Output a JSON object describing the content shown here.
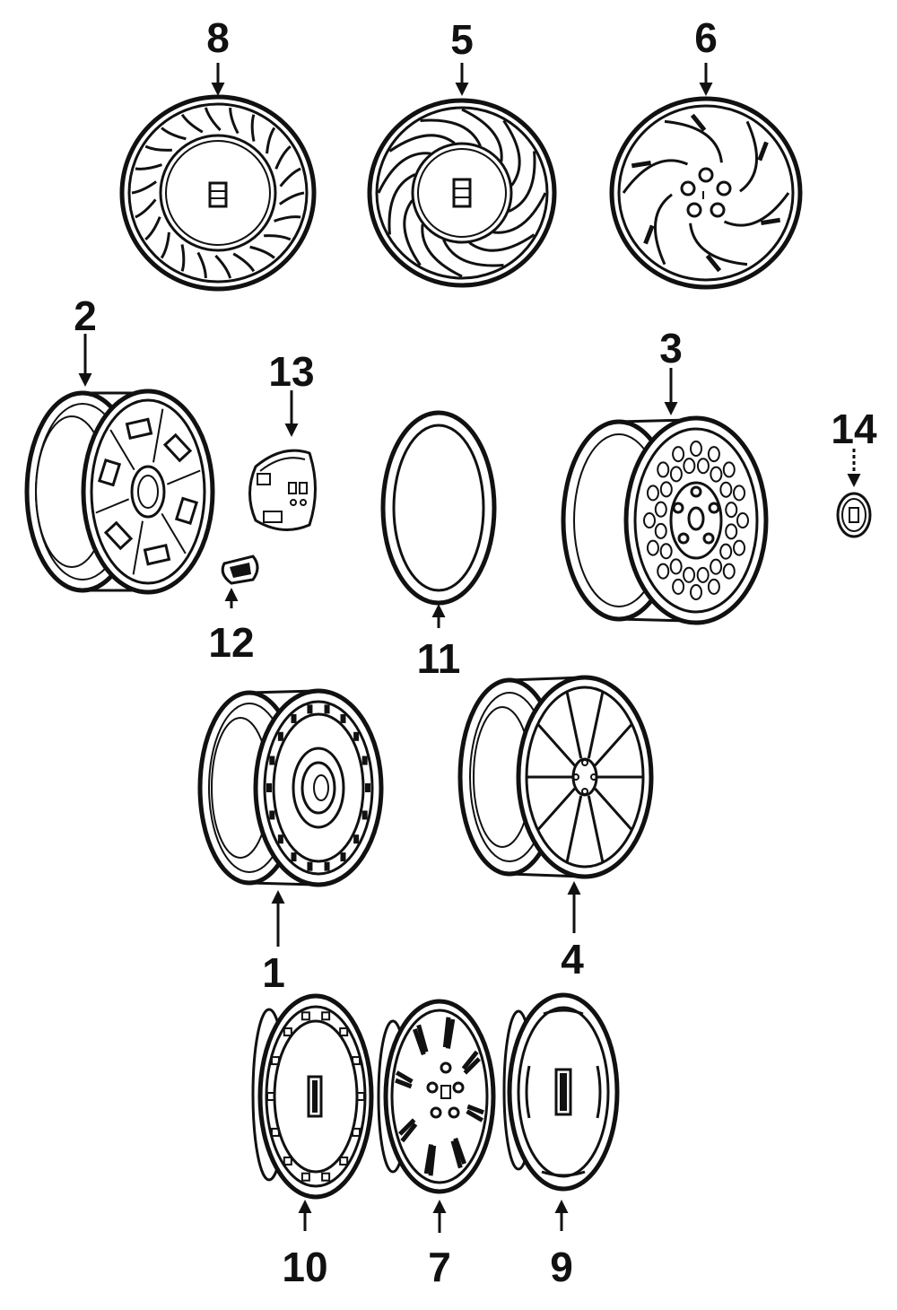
{
  "diagram": {
    "callouts": [
      {
        "id": "8",
        "label": "8"
      },
      {
        "id": "5",
        "label": "5"
      },
      {
        "id": "6",
        "label": "6"
      },
      {
        "id": "2",
        "label": "2"
      },
      {
        "id": "13",
        "label": "13"
      },
      {
        "id": "3",
        "label": "3"
      },
      {
        "id": "14",
        "label": "14"
      },
      {
        "id": "12",
        "label": "12"
      },
      {
        "id": "11",
        "label": "11"
      },
      {
        "id": "1",
        "label": "1"
      },
      {
        "id": "4",
        "label": "4"
      },
      {
        "id": "10",
        "label": "10"
      },
      {
        "id": "7",
        "label": "7"
      },
      {
        "id": "9",
        "label": "9"
      }
    ],
    "colors": {
      "ink": "#111111",
      "background": "#ffffff"
    }
  }
}
